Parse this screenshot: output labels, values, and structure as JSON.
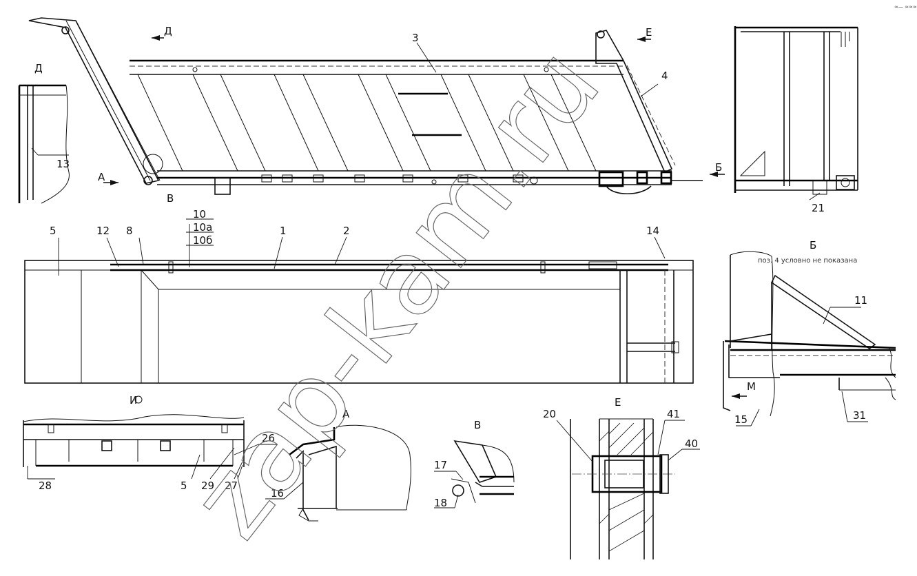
{
  "watermark": "zap-kam.ru",
  "corner_mark": "≈— ≈≈≈",
  "views": {
    "D": "Д",
    "E": "Е",
    "A": "А",
    "B": "Б",
    "V": "В",
    "I": "И",
    "M": "М"
  },
  "note_b": "поз. 4 условно не показана",
  "callouts": {
    "c1": "1",
    "c2": "2",
    "c3": "3",
    "c4": "4",
    "c5": "5",
    "c8": "8",
    "c10": "10",
    "c10a": "10а",
    "c10b": "10б",
    "c11": "11",
    "c12": "12",
    "c13": "13",
    "c14": "14",
    "c15": "15",
    "c16": "16",
    "c17": "17",
    "c18": "18",
    "c20": "20",
    "c21": "21",
    "c26": "26",
    "c27": "27",
    "c28": "28",
    "c29": "29",
    "c31": "31",
    "c40": "40",
    "c41": "41"
  }
}
